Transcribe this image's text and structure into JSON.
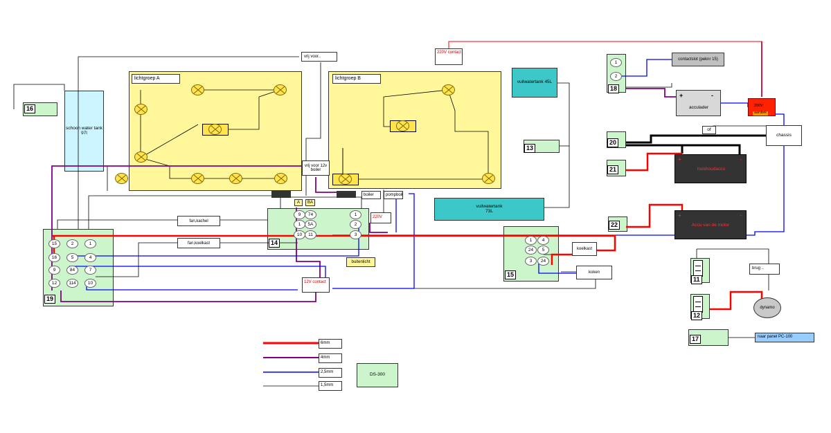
{
  "diagram": {
    "labels": {
      "tank_clean": "schoon water tank 97l",
      "tank_dirty_45": "vuilwatertank 45L",
      "tank_dirty_73_line1": "vuilwatertank",
      "tank_dirty_73_line2": "73L",
      "group_a": "lichtgroep A",
      "group_b": "lichtgroep B",
      "free_front": "vrij voor..",
      "free_front_boiler": "vrij voor 12v boiler",
      "contact_220_top": "220V contact",
      "contact_220": "220V",
      "contact_12v": "12V contact",
      "fan_heater": "fan,kachel",
      "fan_fridge": "fan,koelkast",
      "boiler": "boiler",
      "pump": "pompboil",
      "outside_light": "buitenlicht",
      "a": "A",
      "ba": "BA",
      "fridge": "koelkast",
      "cooking": "koken",
      "ignition": "contactslot (peknr 15)",
      "charger": "acculader",
      "charger_plus": "+",
      "charger_minus": "-",
      "fuse_top": "200V",
      "fuse_bottom": "aardlek",
      "chassis": "chassis",
      "of": "of",
      "house_battery": "huishoudaccu",
      "engine_battery": "Accu van de motor",
      "bridge": "brug ..",
      "dynamo": "dynamo",
      "panel": "naar panel PC-100",
      "ds300": "DS-300",
      "plus": "+",
      "minus": "-"
    },
    "numbers": {
      "n11": "11",
      "n12": "12",
      "n13": "13",
      "n14": "14",
      "n15": "15",
      "n16": "16",
      "n17": "17",
      "n18": "18",
      "n19": "19",
      "n20": "20",
      "n21": "21",
      "n22": "22"
    },
    "pins19": [
      "15",
      "2",
      "1",
      "16",
      "5",
      "4",
      "9",
      "84",
      "7",
      "12",
      "114",
      "10"
    ],
    "pins14": [
      "9",
      "74",
      "1",
      "5A",
      "10",
      "11"
    ],
    "pins14b": [
      "1",
      "2",
      "3"
    ],
    "pins15": [
      "1",
      "4",
      "24",
      "5",
      "3",
      "24"
    ],
    "pins18": [
      "1",
      "2"
    ],
    "legend": [
      {
        "label": "6mm",
        "color": "#ff0000"
      },
      {
        "label": "4mm",
        "color": "#800080"
      },
      {
        "label": "2,5mm",
        "color": "#0000ff"
      },
      {
        "label": "1,5mm",
        "color": "#000000"
      }
    ]
  }
}
